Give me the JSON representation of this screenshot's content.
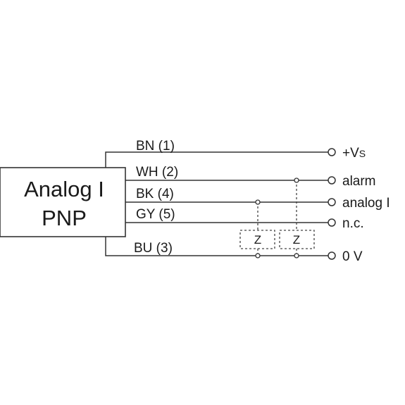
{
  "device": {
    "line1": "Analog I",
    "line2": "PNP"
  },
  "wires": [
    {
      "label": "BN (1)",
      "terminal": "+V",
      "terminal_sub": "S"
    },
    {
      "label": "WH (2)",
      "terminal": "alarm"
    },
    {
      "label": "BK (4)",
      "terminal": "analog I"
    },
    {
      "label": "GY (5)",
      "terminal": "n.c."
    },
    {
      "label": "BU (3)",
      "terminal": "0 V"
    }
  ],
  "loads": [
    {
      "label": "Z"
    },
    {
      "label": "Z"
    }
  ]
}
